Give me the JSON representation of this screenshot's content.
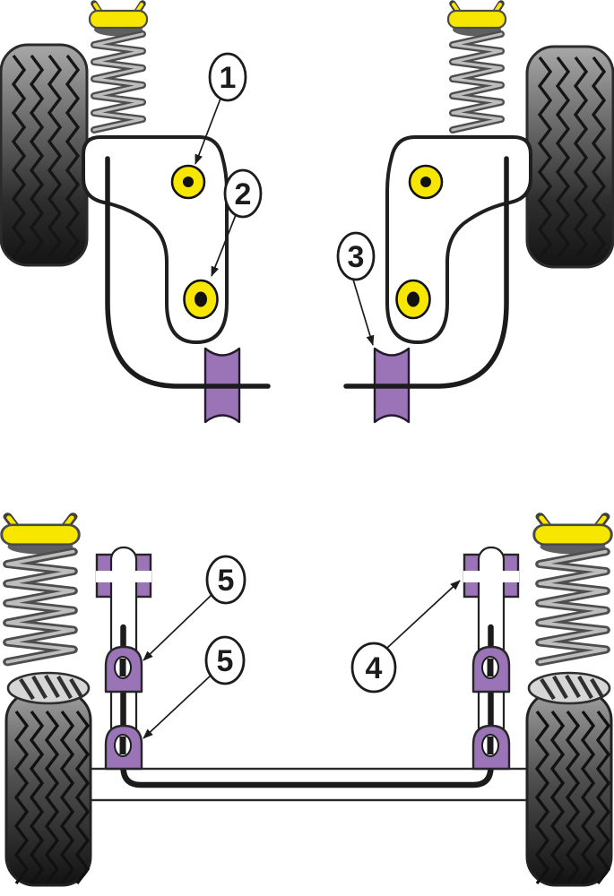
{
  "callouts": {
    "c1": {
      "label": "1"
    },
    "c2": {
      "label": "2"
    },
    "c3": {
      "label": "3"
    },
    "c4": {
      "label": "4"
    },
    "c5a": {
      "label": "5"
    },
    "c5b": {
      "label": "5"
    }
  },
  "colors": {
    "background": "#ffffff",
    "outline": "#1c1c1c",
    "bushing_yellow": "#f7e600",
    "bushing_purple": "#9a74b6",
    "tire_light": "#a8a8a8",
    "tire_dark": "#141414",
    "spring_dark": "#4e4e4e",
    "spring_light": "#bdbdbd"
  }
}
